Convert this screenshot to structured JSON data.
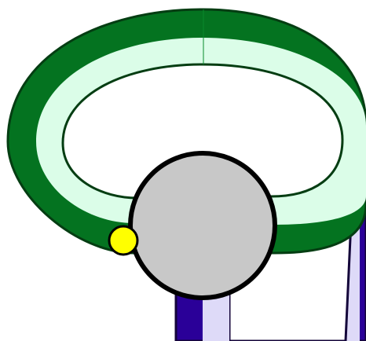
{
  "colors": {
    "background": "#ffffff",
    "green_loop_fill": "#047320",
    "green_loop_inner": "#dbfde8",
    "green_loop_outline": "#043d12",
    "blue_loop_fill": "#2a0098",
    "blue_loop_inner": "#dedaf8",
    "blue_loop_outline": "#14053a",
    "center_hub_fill": "#c8c8c8",
    "center_hub_outline": "#000000",
    "marker_fill": "#ffff00",
    "marker_outline": "#000000"
  },
  "pieces": {
    "green_loop": {
      "name": "green-loop"
    },
    "blue_loop": {
      "name": "blue-loop"
    },
    "center_hub": {
      "name": "center-hub"
    },
    "marker": {
      "name": "yellow-marker"
    }
  }
}
